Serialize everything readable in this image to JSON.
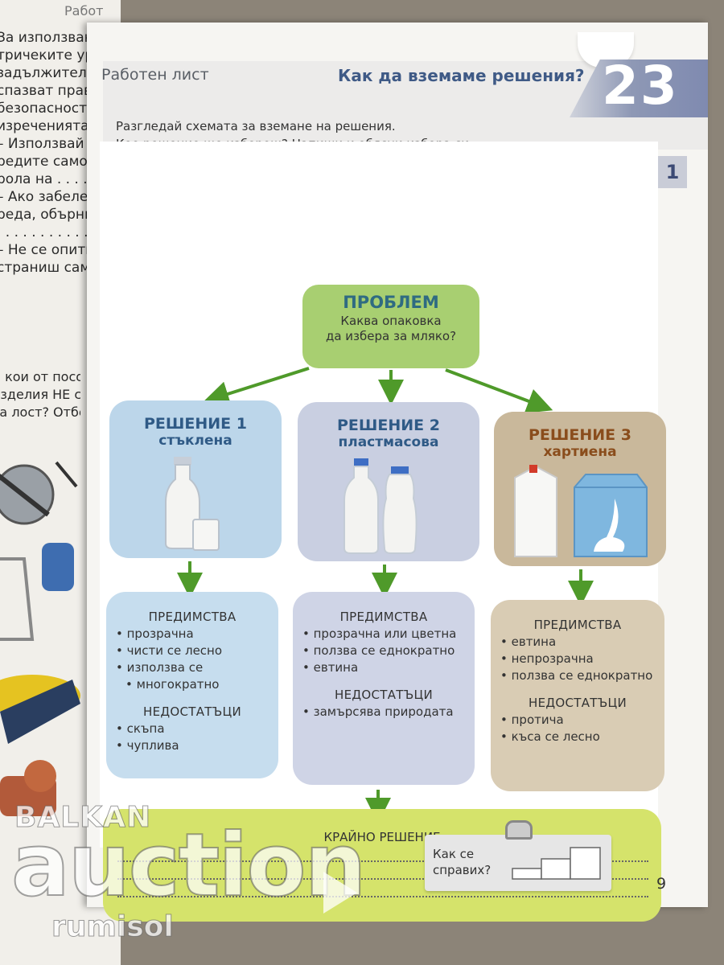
{
  "left_page": {
    "header": "Работ",
    "snippet_lines": [
      "За използване",
      "тричеките уре",
      "задължително",
      "спазват прави",
      "безопасност. Д",
      "изреченията:",
      "– Използвай ел",
      "редите само пр",
      "рола на . . . . . . .",
      "– Ако забележ",
      "реда, обърни се",
      ". . . . . . . . . . . .",
      "– Не се опитвай",
      "страниш сам"
    ],
    "question_lines": [
      "В кои от посоче",
      "изделия НЕ се из",
      "ва лост? Отбеле"
    ]
  },
  "header": {
    "left": "Работен лист",
    "title": "Как да вземаме решения?",
    "lesson_number": "23"
  },
  "instructions": [
    "Разгледай схемата за вземане на решения.",
    "Кое решение ще избереш? Напиши и обясни избора си."
  ],
  "task_number": "1",
  "problem": {
    "title": "ПРОБЛЕМ",
    "text_lines": [
      "Каква опаковка",
      "да избера за мляко?"
    ]
  },
  "solutions": [
    {
      "title": "РЕШЕНИЕ 1",
      "subtitle": "стъклена"
    },
    {
      "title": "РЕШЕНИЕ 2",
      "subtitle": "пластмасова"
    },
    {
      "title": "РЕШЕНИЕ 3",
      "subtitle": "хартиена"
    }
  ],
  "details": [
    {
      "pros_heading": "ПРЕДИМСТВА",
      "pros": [
        "прозрачна",
        "чисти се лесно",
        "използва се",
        "многократно"
      ],
      "cons_heading": "НЕДОСТАТЪЦИ",
      "cons": [
        "скъпа",
        "чуплива"
      ]
    },
    {
      "pros_heading": "ПРЕДИМСТВА",
      "pros": [
        "прозрачна или цветна",
        "ползва се еднократно",
        "евтина"
      ],
      "cons_heading": "НЕДОСТАТЪЦИ",
      "cons": [
        "замърсява природата"
      ]
    },
    {
      "pros_heading": "ПРЕДИМСТВА",
      "pros": [
        "евтина",
        "непрозрачна",
        "ползва се еднократно"
      ],
      "cons_heading": "НЕДОСТАТЪЦИ",
      "cons": [
        "протича",
        "къса се лесно"
      ]
    }
  ],
  "final_decision": {
    "title": "КРАЙНО РЕШЕНИЕ"
  },
  "self_check": {
    "lines": [
      "Как се",
      "справих?"
    ]
  },
  "page_number": "9",
  "watermark": {
    "line1": "BALKAN",
    "line2": "auction",
    "line3": "rumisol"
  },
  "colors": {
    "problem_green": "#a8cf71",
    "solution1_blue": "#bcd6ea",
    "solution2_lavender": "#c9cfe1",
    "solution3_tan": "#c9b89b",
    "final_yellow_green": "#d5e36b",
    "arrow_green": "#4f9a2a",
    "title_blue": "#3f5a86",
    "solution3_brown": "#8a4d1c"
  }
}
